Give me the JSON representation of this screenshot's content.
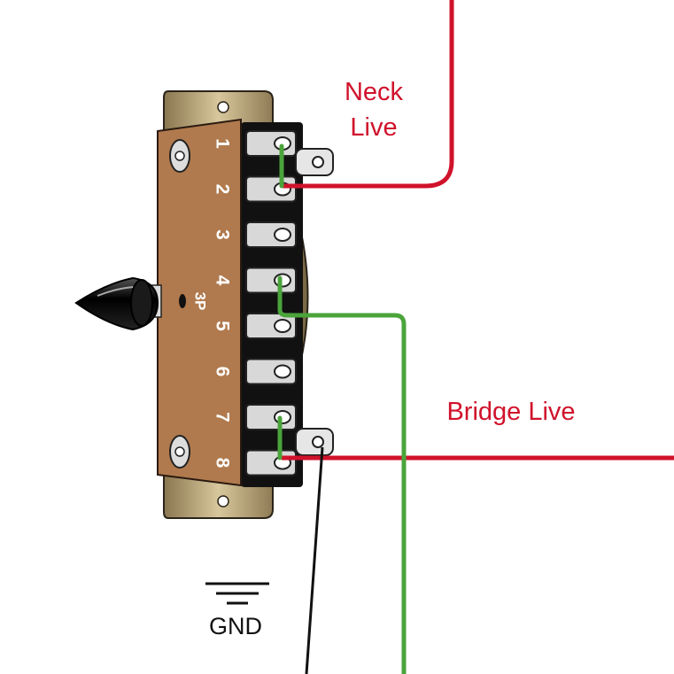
{
  "labels": {
    "neck_line1": "Neck",
    "neck_line2": "Live",
    "bridge": "Bridge Live",
    "ground": "GND"
  },
  "switch": {
    "marking": "3P",
    "lug_numbers": [
      "1",
      "2",
      "3",
      "4",
      "5",
      "6",
      "7",
      "8"
    ]
  },
  "colors": {
    "live_wire": "#d0122b",
    "jumper_wire": "#4aa43a",
    "ground_wire": "#111111",
    "switch_plate": "#b07a4e",
    "mount_bracket": "#c9b58a",
    "lug_silver": "#d8d8d8"
  },
  "wires": [
    {
      "from": "neck-live",
      "to": "lug-2",
      "color": "red"
    },
    {
      "from": "bridge-live",
      "to": "lug-8",
      "color": "red"
    },
    {
      "from": "lug-1",
      "to": "lug-2",
      "color": "green"
    },
    {
      "from": "lug-7",
      "to": "lug-8",
      "color": "green"
    },
    {
      "from": "lug-4",
      "to": "off-diagram",
      "color": "green"
    },
    {
      "from": "ground-tab",
      "to": "off-diagram",
      "color": "black"
    }
  ]
}
